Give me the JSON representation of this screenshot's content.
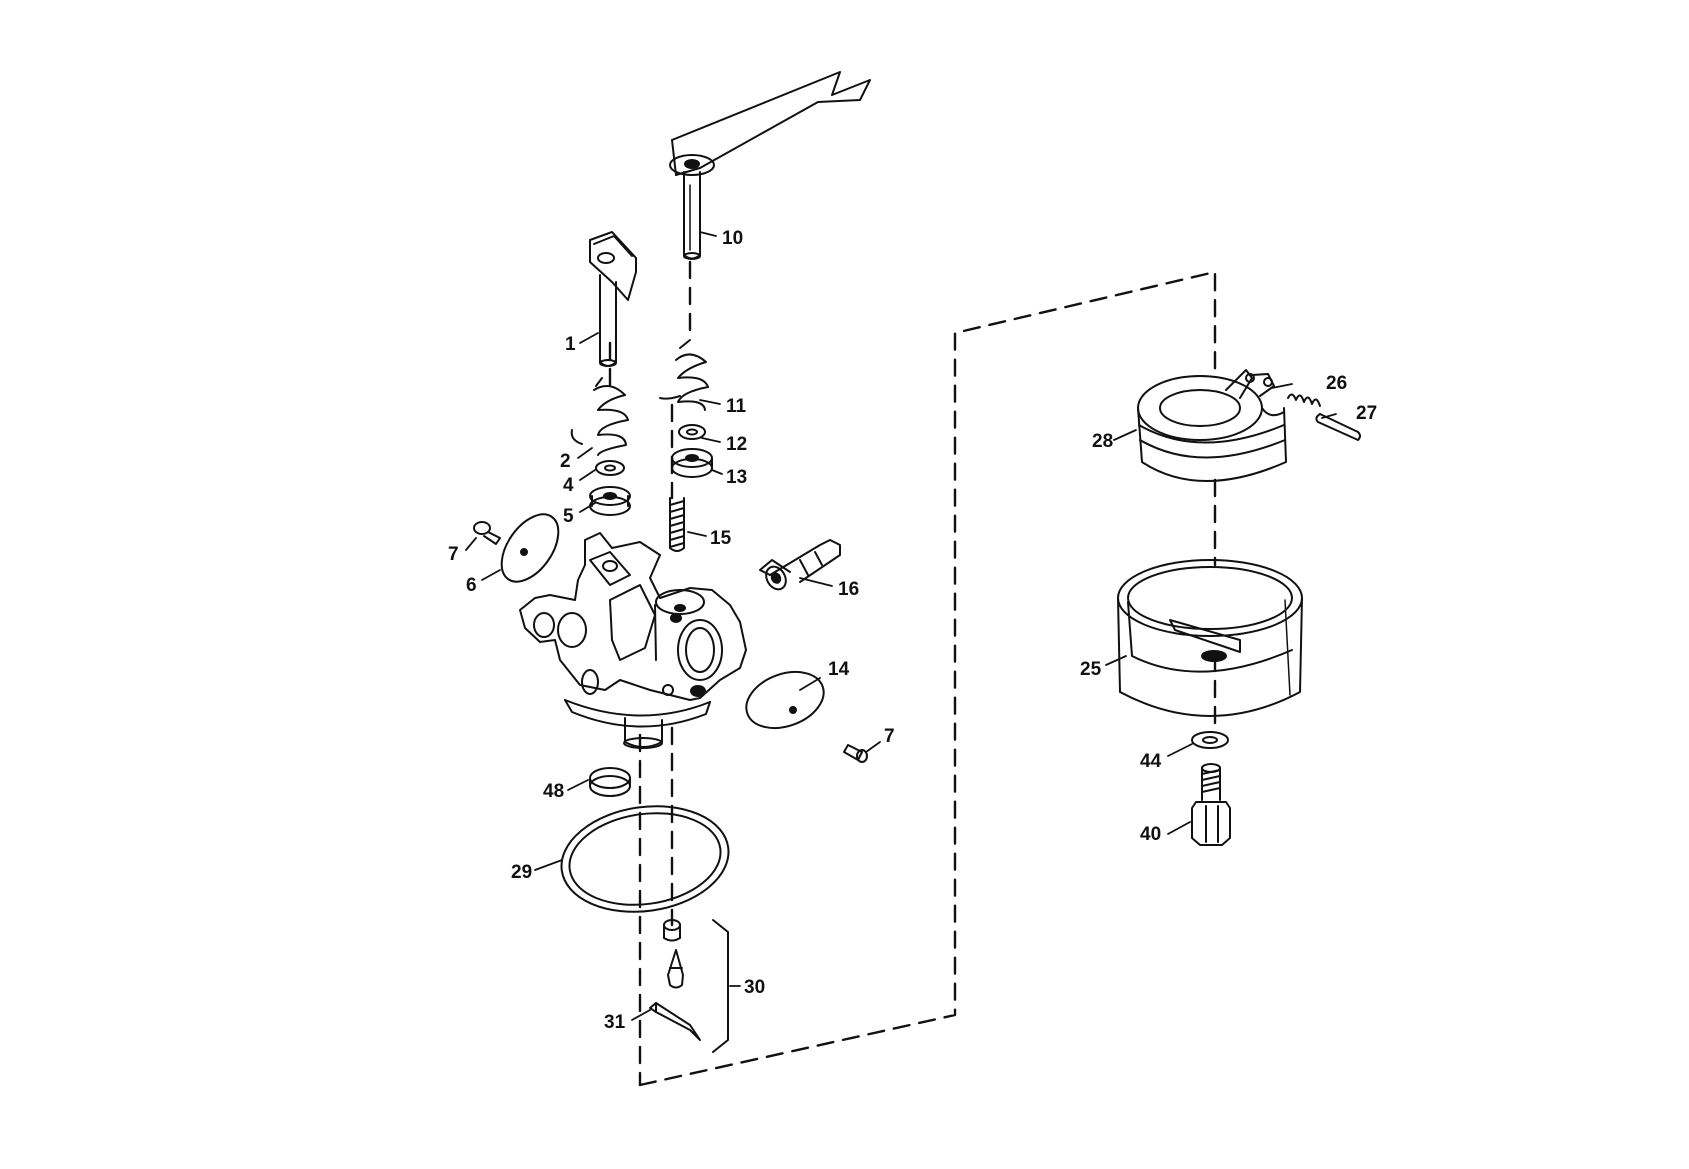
{
  "diagram": {
    "type": "exploded-parts-view",
    "colors": {
      "ink": "#111111",
      "background": "#ffffff"
    },
    "callouts": {
      "p1": "1",
      "p2": "2",
      "p4": "4",
      "p5": "5",
      "p6": "6",
      "p7a": "7",
      "p7b": "7",
      "p10": "10",
      "p11": "11",
      "p12": "12",
      "p13": "13",
      "p14": "14",
      "p15": "15",
      "p16": "16",
      "p25": "25",
      "p26": "26",
      "p27": "27",
      "p28": "28",
      "p29": "29",
      "p30": "30",
      "p31": "31",
      "p40": "40",
      "p44": "44",
      "p48": "48"
    }
  }
}
